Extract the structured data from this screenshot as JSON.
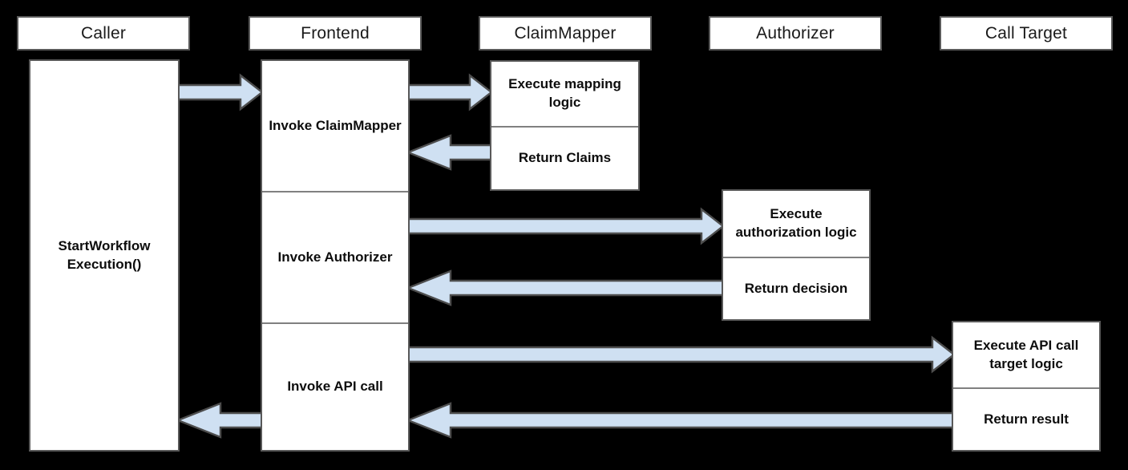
{
  "diagram": {
    "type": "sequence-diagram",
    "background_color": "#000000",
    "box_fill": "#ffffff",
    "box_border": "#595959",
    "arrow_fill": "#cfe0f2",
    "arrow_border": "#4d4d4d",
    "participants": [
      {
        "id": "caller",
        "label": "Caller"
      },
      {
        "id": "frontend",
        "label": "Frontend"
      },
      {
        "id": "claimmapper",
        "label": "ClaimMapper"
      },
      {
        "id": "authorizer",
        "label": "Authorizer"
      },
      {
        "id": "calltarget",
        "label": "Call Target"
      }
    ],
    "activations": {
      "caller": {
        "segments": [
          {
            "label": "StartWorkflow Execution()"
          }
        ]
      },
      "frontend": {
        "segments": [
          {
            "label": "Invoke ClaimMapper"
          },
          {
            "label": "Invoke Authorizer"
          },
          {
            "label": "Invoke API call"
          }
        ]
      },
      "claimmapper": {
        "segments": [
          {
            "label": "Execute mapping logic"
          },
          {
            "label": "Return Claims"
          }
        ]
      },
      "authorizer": {
        "segments": [
          {
            "label": "Execute authorization logic"
          },
          {
            "label": "Return decision"
          }
        ]
      },
      "calltarget": {
        "segments": [
          {
            "label": "Execute API call target logic"
          },
          {
            "label": "Return result"
          }
        ]
      }
    },
    "messages": [
      {
        "id": "m1",
        "from": "caller",
        "to": "frontend",
        "direction": "right"
      },
      {
        "id": "m2",
        "from": "frontend",
        "to": "claimmapper",
        "direction": "right"
      },
      {
        "id": "m3",
        "from": "claimmapper",
        "to": "frontend",
        "direction": "left"
      },
      {
        "id": "m4",
        "from": "frontend",
        "to": "authorizer",
        "direction": "right"
      },
      {
        "id": "m5",
        "from": "authorizer",
        "to": "frontend",
        "direction": "left"
      },
      {
        "id": "m6",
        "from": "frontend",
        "to": "calltarget",
        "direction": "right"
      },
      {
        "id": "m7",
        "from": "calltarget",
        "to": "frontend",
        "direction": "left"
      },
      {
        "id": "m8",
        "from": "frontend",
        "to": "caller",
        "direction": "left"
      }
    ]
  }
}
